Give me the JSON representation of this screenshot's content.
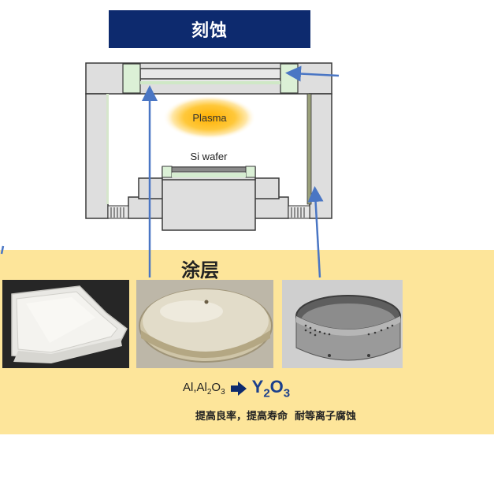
{
  "header": {
    "title": "刻蚀"
  },
  "chamber": {
    "plasma_label": "Plasma",
    "wafer_label": "Si wafer"
  },
  "coating": {
    "title": "涂层",
    "formula": {
      "from_base": "Al,Al",
      "from_sub1": "2",
      "from_mid": "O",
      "from_sub2": "3",
      "to_base": "Y",
      "to_sub1": "2",
      "to_mid": "O",
      "to_sub2": "3"
    },
    "benefits": "提高良率，提高寿命  耐等离子腐蚀"
  },
  "colors": {
    "title_bg": "#0d2a6e",
    "panel_bg": "#fde59a",
    "arrow": "#4a76c4",
    "formula_target": "#1b3f8c"
  }
}
